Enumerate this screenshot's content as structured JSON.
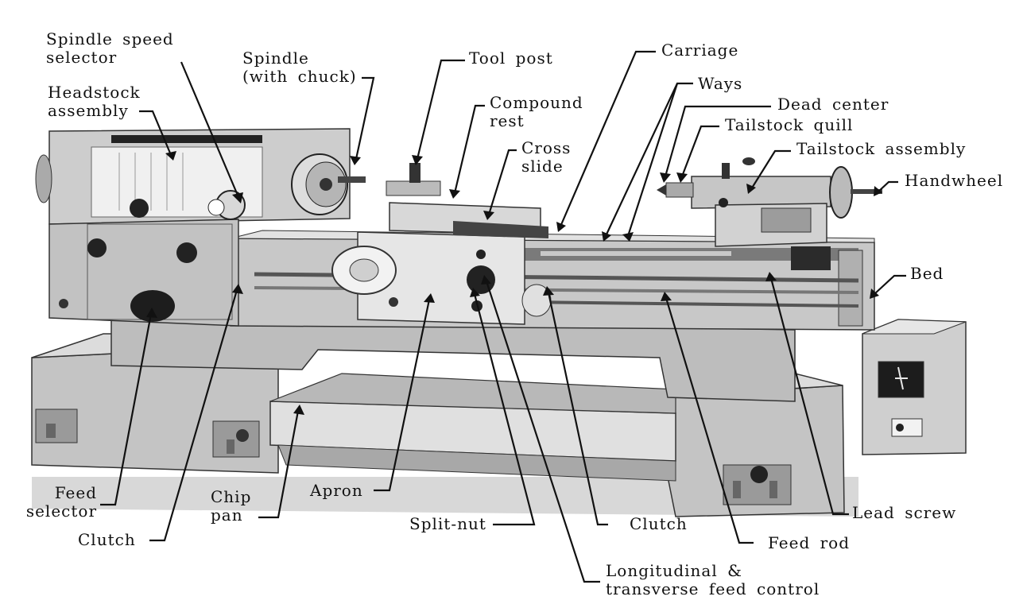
{
  "labels": {
    "spindle_speed_selector": [
      "Spindle speed",
      "selector"
    ],
    "spindle": [
      "Spindle",
      "(with chuck)"
    ],
    "headstock_assembly": [
      "Headstock",
      "assembly"
    ],
    "tool_post": [
      "Tool post"
    ],
    "compound_rest": [
      "Compound",
      "rest"
    ],
    "cross_slide": [
      "Cross",
      "slide"
    ],
    "carriage": [
      "Carriage"
    ],
    "ways": [
      "Ways"
    ],
    "dead_center": [
      "Dead center"
    ],
    "tailstock_quill": [
      "Tailstock quill"
    ],
    "tailstock_assembly": [
      "Tailstock assembly"
    ],
    "handwheel": [
      "Handwheel"
    ],
    "bed": [
      "Bed"
    ],
    "feed_selector": [
      "Feed",
      "selector"
    ],
    "clutch_left": [
      "Clutch"
    ],
    "chip_pan": [
      "Chip",
      "pan"
    ],
    "apron": [
      "Apron"
    ],
    "split_nut": [
      "Split-nut"
    ],
    "clutch_right": [
      "Clutch"
    ],
    "lead_screw": [
      "Lead screw"
    ],
    "feed_rod": [
      "Feed rod"
    ],
    "longitudinal_feed_control": [
      "Longitudinal &",
      "transverse feed control"
    ]
  },
  "colors": {
    "machine_body": "#c9c9c9",
    "machine_light": "#e4e4e4",
    "machine_dark": "#8a8a8a",
    "ink": "#111111"
  }
}
